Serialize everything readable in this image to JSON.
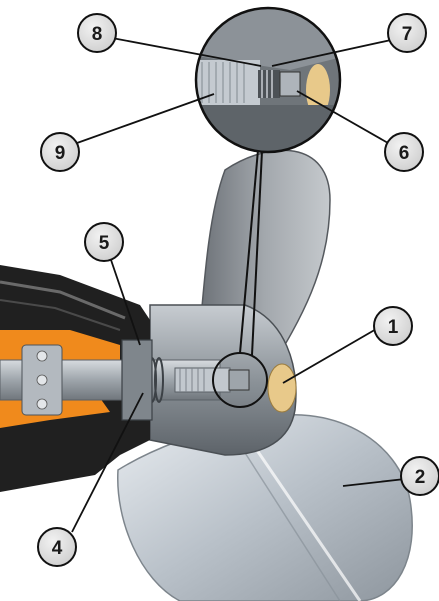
{
  "callouts": [
    {
      "id": "c1",
      "label": "1"
    },
    {
      "id": "c2",
      "label": "2"
    },
    {
      "id": "c4",
      "label": "4"
    },
    {
      "id": "c5",
      "label": "5"
    },
    {
      "id": "c6",
      "label": "6"
    },
    {
      "id": "c7",
      "label": "7"
    },
    {
      "id": "c8",
      "label": "8"
    },
    {
      "id": "c9",
      "label": "9"
    }
  ],
  "colors": {
    "housing": "#222222",
    "orange": "#f08a1c",
    "metal": "#9aa1a8",
    "blade": "#c8cfd6",
    "callout_fill": "#dcdcdc"
  }
}
